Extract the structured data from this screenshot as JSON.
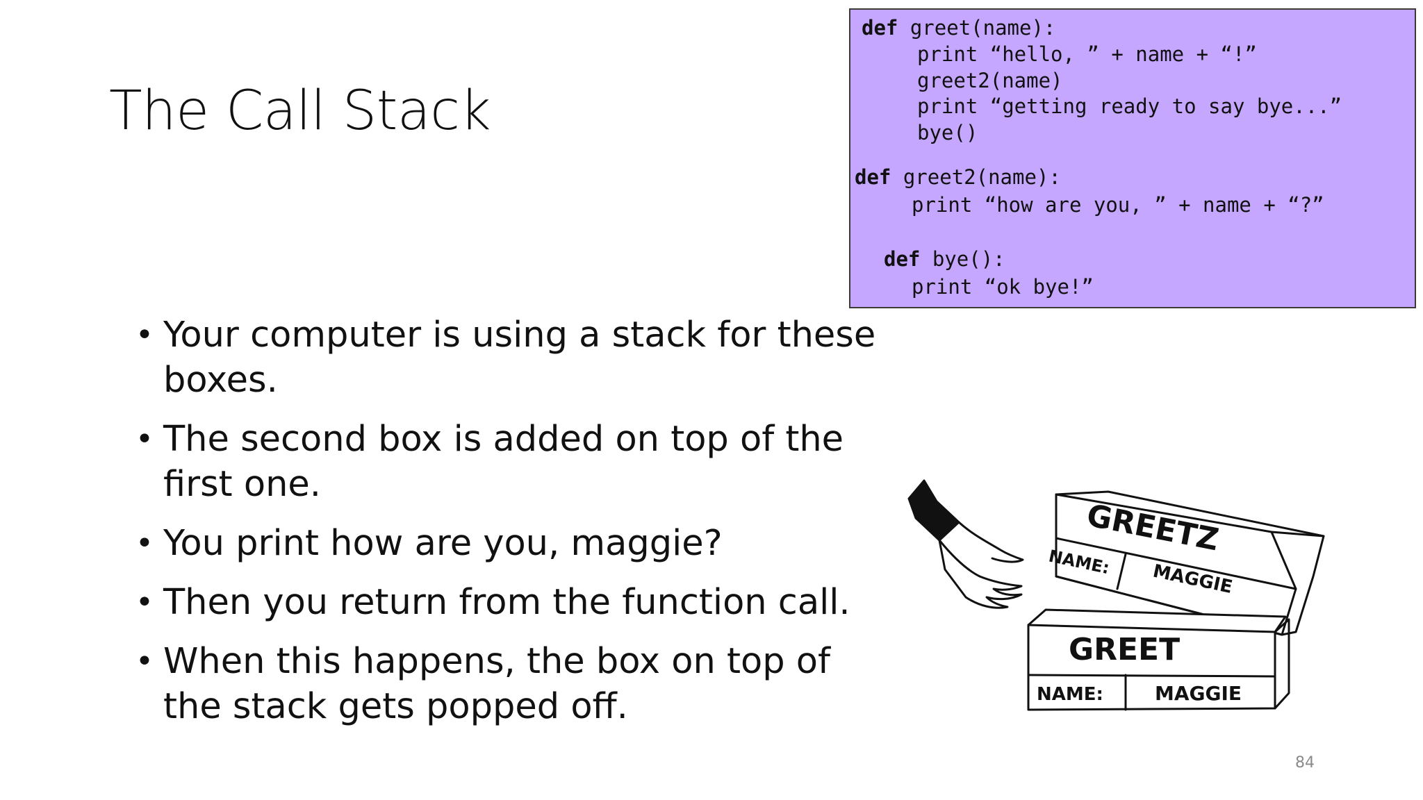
{
  "slide": {
    "title": "The Call Stack",
    "page_number": "84"
  },
  "code": {
    "lines": [
      {
        "kw": "def",
        "text": " greet(name):"
      },
      {
        "kw": "",
        "text": "print “hello, ” + name + “!”"
      },
      {
        "kw": "",
        "text": "greet2(name)"
      },
      {
        "kw": "",
        "text": "print “getting ready to say bye...”"
      },
      {
        "kw": "",
        "text": "bye()"
      },
      {
        "kw": "def",
        "text": " greet2(name):"
      },
      {
        "kw": "",
        "text": "print “how are you, ” + name + “?”"
      },
      {
        "kw": "def",
        "text": " bye():"
      },
      {
        "kw": "",
        "text": "print “ok bye!”"
      }
    ]
  },
  "bullets": [
    "Your computer is using a stack for these boxes.",
    "The second box is added on top of the first one.",
    "You print how are you, maggie?",
    "Then you return from the function call.",
    "When this happens, the box on top of the stack gets popped off."
  ],
  "illustration": {
    "top_box_title": "GREETZ",
    "top_box_field_label": "NAME:",
    "top_box_field_value": "MAGGIE",
    "bottom_box_title": "GREET",
    "bottom_box_field_label": "NAME:",
    "bottom_box_field_value": "MAGGIE"
  },
  "colors": {
    "code_background": "#c5a7ff",
    "page_number": "#8a8a8a"
  }
}
